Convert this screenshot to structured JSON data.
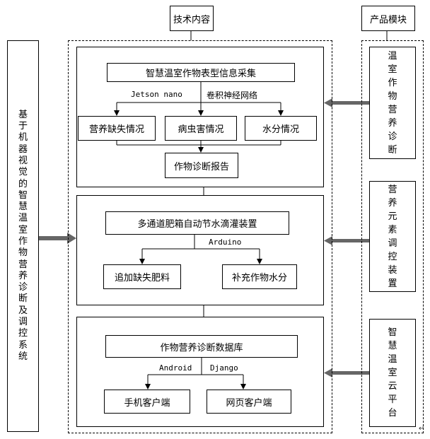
{
  "headers": {
    "tech_content": "技术内容",
    "product_module": "产品模块"
  },
  "system_title": [
    "基",
    "于",
    "机",
    "器",
    "视",
    "觉",
    "的",
    "智",
    "慧",
    "温",
    "室",
    "作",
    "物",
    "营",
    "养",
    "诊",
    "断",
    "及",
    "调",
    "控",
    "系",
    "统"
  ],
  "panel1": {
    "top": "智慧温室作物表型信息采集",
    "label_left": "Jetson nano",
    "label_right": "卷积神经网络",
    "branches": [
      "营养缺失情况",
      "病虫害情况",
      "水分情况"
    ],
    "bottom": "作物诊断报告"
  },
  "panel2": {
    "top": "多通道肥箱自动节水滴灌装置",
    "label": "Arduino",
    "branches": [
      "追加缺失肥料",
      "补充作物水分"
    ]
  },
  "panel3": {
    "top": "作物营养诊断数据库",
    "label_left": "Android",
    "label_right": "Django",
    "branches": [
      "手机客户端",
      "网页客户端"
    ]
  },
  "products": [
    [
      "温",
      "室",
      "作",
      "物",
      "营",
      "养",
      "诊",
      "断"
    ],
    [
      "营",
      "养",
      "元",
      "素",
      "调",
      "控",
      "装",
      "置"
    ],
    [
      "智",
      "慧",
      "温",
      "室",
      "云",
      "平",
      "台"
    ]
  ],
  "corner_mark": "↵"
}
